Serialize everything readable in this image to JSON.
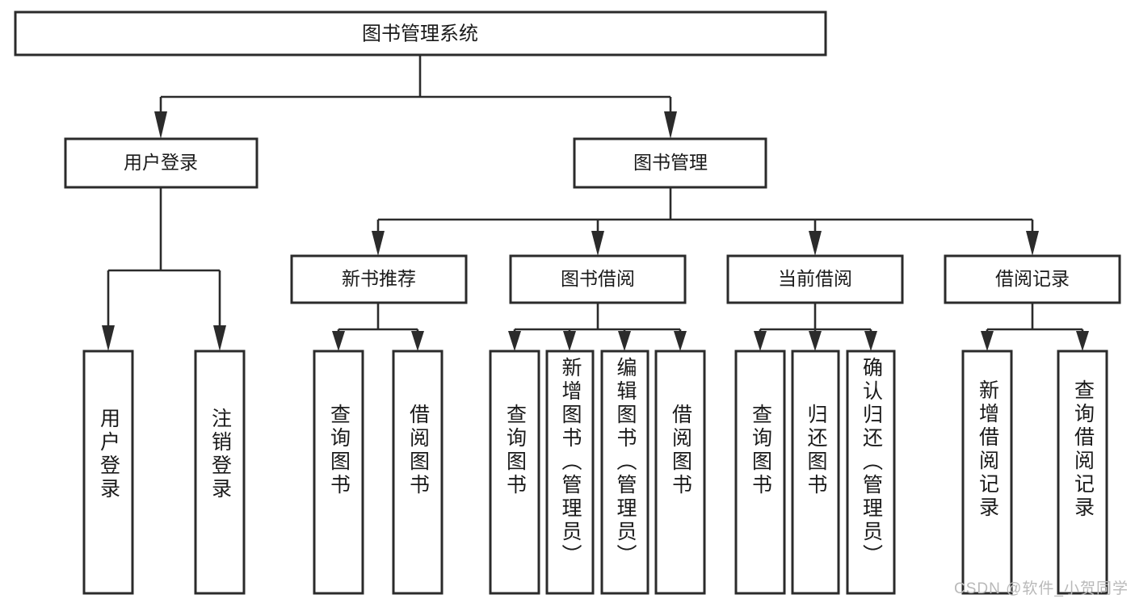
{
  "diagram": {
    "title": "图书管理系统",
    "type": "hierarchy-tree",
    "background_color": "#ffffff",
    "box_stroke_color": "#2b2b2b",
    "text_color": "#1a1a1a",
    "levels": 3,
    "root": {
      "label": "图书管理系统",
      "id": "root"
    },
    "level1": [
      {
        "id": "user-login",
        "label": "用户登录"
      },
      {
        "id": "book-manage",
        "label": "图书管理"
      }
    ],
    "level2": [
      {
        "id": "new-book-recommend",
        "label": "新书推荐",
        "parent": "book-manage"
      },
      {
        "id": "book-borrow",
        "label": "图书借阅",
        "parent": "book-manage"
      },
      {
        "id": "current-borrow",
        "label": "当前借阅",
        "parent": "book-manage"
      },
      {
        "id": "borrow-record",
        "label": "借阅记录",
        "parent": "book-manage"
      }
    ],
    "leaves": {
      "user-login": [
        {
          "id": "leaf-user-login",
          "label": "用户登录"
        },
        {
          "id": "leaf-user-logout",
          "label": "注销登录"
        }
      ],
      "new-book-recommend": [
        {
          "id": "leaf-query-book-1",
          "label": "查询图书"
        },
        {
          "id": "leaf-borrow-book-1",
          "label": "借阅图书"
        }
      ],
      "book-borrow": [
        {
          "id": "leaf-query-book-2",
          "label": "查询图书"
        },
        {
          "id": "leaf-add-book",
          "label": "新增图书（管理员）"
        },
        {
          "id": "leaf-edit-book",
          "label": "编辑图书（管理员）"
        },
        {
          "id": "leaf-borrow-book-2",
          "label": "借阅图书"
        }
      ],
      "current-borrow": [
        {
          "id": "leaf-query-book-3",
          "label": "查询图书"
        },
        {
          "id": "leaf-return-book",
          "label": "归还图书"
        },
        {
          "id": "leaf-confirm-return",
          "label": "确认归还（管理员）"
        }
      ],
      "borrow-record": [
        {
          "id": "leaf-add-record",
          "label": "新增借阅记录"
        },
        {
          "id": "leaf-query-record",
          "label": "查询借阅记录"
        }
      ]
    }
  },
  "watermark": {
    "text": "CSDN @软件_小贺同学"
  }
}
